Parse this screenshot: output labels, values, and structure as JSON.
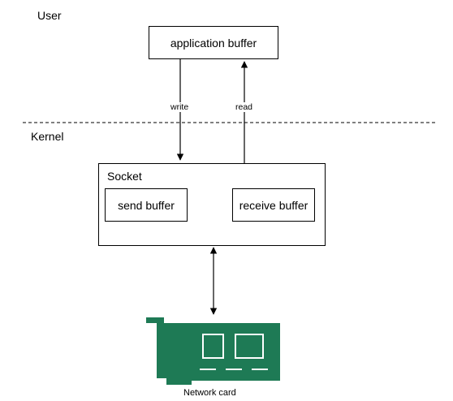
{
  "zones": {
    "user": "User",
    "kernel": "Kernel"
  },
  "nodes": {
    "application_buffer": "application buffer",
    "socket": "Socket",
    "send_buffer": "send buffer",
    "receive_buffer": "receive buffer",
    "network_card": "Network card"
  },
  "edges": {
    "write": "write",
    "read": "read"
  },
  "colors": {
    "card_green": "#1e7a55",
    "card_slot_outline": "#ffffff",
    "line": "#000000"
  },
  "icons": {
    "network_card": "network-card-icon"
  }
}
